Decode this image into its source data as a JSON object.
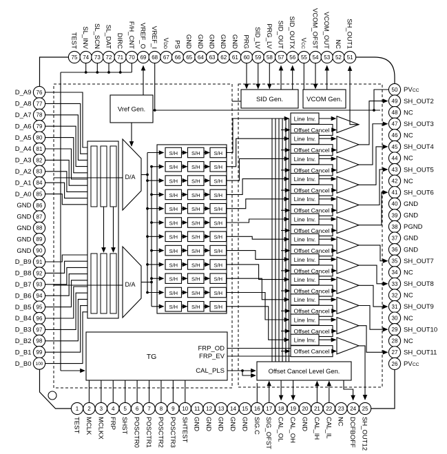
{
  "diagram": {
    "kind": "ic-block-diagram",
    "background_color": "#ffffff",
    "line_color": "#000000",
    "pin_count": 100
  },
  "blocks": {
    "vref": "Vref Gen.",
    "sid": "SID Gen.",
    "vcom": "VCOM Gen.",
    "dac_upper": "D/A",
    "dac_lower": "D/A",
    "tg": "TG",
    "sh_cell": "S/H",
    "line_inv": "Line Inv.",
    "offset_cancel": "Offset Cancel",
    "oclg": "Offset Cancel Level Gen.",
    "frp_od": "FRP_OD",
    "frp_ev": "FRP_EV",
    "cal_pls": "CAL_PLS"
  },
  "structure": {
    "sh_rows": 12,
    "sh_cols": 3,
    "channel_rows": 12
  },
  "pins": {
    "top": [
      {
        "num": 75,
        "label": "TEST"
      },
      {
        "num": 74,
        "label": "SL_INV"
      },
      {
        "num": 73,
        "label": "SL_SCN"
      },
      {
        "num": 72,
        "label": "SL_DAT"
      },
      {
        "num": 71,
        "label": "DIRC"
      },
      {
        "num": 70,
        "label": "F/H_CNT"
      },
      {
        "num": 69,
        "label": "VREF_O"
      },
      {
        "num": 68,
        "label": "VREF_I"
      },
      {
        "num": 67,
        "label": "VDD"
      },
      {
        "num": 66,
        "label": "PS"
      },
      {
        "num": 65,
        "label": "GND"
      },
      {
        "num": 64,
        "label": "GND"
      },
      {
        "num": 63,
        "label": "GND"
      },
      {
        "num": 62,
        "label": "GND"
      },
      {
        "num": 61,
        "label": "GND"
      },
      {
        "num": 60,
        "label": "PRG"
      },
      {
        "num": 59,
        "label": "SID_LV"
      },
      {
        "num": 58,
        "label": "PRG_LV"
      },
      {
        "num": 57,
        "label": "SID_OUT"
      },
      {
        "num": 56,
        "label": "SID_OUTX"
      },
      {
        "num": 55,
        "label": "VCC"
      },
      {
        "num": 54,
        "label": "VCOM_OFST"
      },
      {
        "num": 53,
        "label": "VCOM_OUT"
      },
      {
        "num": 52,
        "label": "NC"
      },
      {
        "num": 51,
        "label": "SH_OUT1"
      }
    ],
    "left": [
      {
        "num": 76,
        "label": "D_A9"
      },
      {
        "num": 77,
        "label": "D_A8"
      },
      {
        "num": 78,
        "label": "D_A7"
      },
      {
        "num": 79,
        "label": "D_A6"
      },
      {
        "num": 80,
        "label": "D_A5"
      },
      {
        "num": 81,
        "label": "D_A4"
      },
      {
        "num": 82,
        "label": "D_A3"
      },
      {
        "num": 83,
        "label": "D_A2"
      },
      {
        "num": 84,
        "label": "D_A1"
      },
      {
        "num": 85,
        "label": "D_A0"
      },
      {
        "num": 86,
        "label": "GND"
      },
      {
        "num": 87,
        "label": "GND"
      },
      {
        "num": 88,
        "label": "GND"
      },
      {
        "num": 89,
        "label": "GND"
      },
      {
        "num": 90,
        "label": "GND"
      },
      {
        "num": 91,
        "label": "D_B9"
      },
      {
        "num": 92,
        "label": "D_B8"
      },
      {
        "num": 93,
        "label": "D_B7"
      },
      {
        "num": 94,
        "label": "D_B6"
      },
      {
        "num": 95,
        "label": "D_B5"
      },
      {
        "num": 96,
        "label": "D_B4"
      },
      {
        "num": 97,
        "label": "D_B3"
      },
      {
        "num": 98,
        "label": "D_B2"
      },
      {
        "num": 99,
        "label": "D_B1"
      },
      {
        "num": 100,
        "label": "D_B0"
      }
    ],
    "right": [
      {
        "num": 50,
        "label": "PVCC"
      },
      {
        "num": 49,
        "label": "SH_OUT2"
      },
      {
        "num": 48,
        "label": "NC"
      },
      {
        "num": 47,
        "label": "SH_OUT3"
      },
      {
        "num": 46,
        "label": "NC"
      },
      {
        "num": 45,
        "label": "SH_OUT4"
      },
      {
        "num": 44,
        "label": "NC"
      },
      {
        "num": 43,
        "label": "SH_OUT5"
      },
      {
        "num": 42,
        "label": "NC"
      },
      {
        "num": 41,
        "label": "SH_OUT6"
      },
      {
        "num": 40,
        "label": "GND"
      },
      {
        "num": 39,
        "label": "GND"
      },
      {
        "num": 38,
        "label": "PGND"
      },
      {
        "num": 37,
        "label": "GND"
      },
      {
        "num": 36,
        "label": "GND"
      },
      {
        "num": 35,
        "label": "SH_OUT7"
      },
      {
        "num": 34,
        "label": "NC"
      },
      {
        "num": 33,
        "label": "SH_OUT8"
      },
      {
        "num": 32,
        "label": "NC"
      },
      {
        "num": 31,
        "label": "SH_OUT9"
      },
      {
        "num": 30,
        "label": "NC"
      },
      {
        "num": 29,
        "label": "SH_OUT10"
      },
      {
        "num": 28,
        "label": "NC"
      },
      {
        "num": 27,
        "label": "SH_OUT11"
      },
      {
        "num": 26,
        "label": "PVCC"
      }
    ],
    "bottom": [
      {
        "num": 1,
        "label": "TEST"
      },
      {
        "num": 2,
        "label": "MCLK"
      },
      {
        "num": 3,
        "label": "MCLKX"
      },
      {
        "num": 4,
        "label": "FRP"
      },
      {
        "num": 5,
        "label": "SHST"
      },
      {
        "num": 6,
        "label": "POSCTR0"
      },
      {
        "num": 7,
        "label": "POSCTR1"
      },
      {
        "num": 8,
        "label": "POSCTR2"
      },
      {
        "num": 9,
        "label": "POSCTR3"
      },
      {
        "num": 10,
        "label": "SHTEST"
      },
      {
        "num": 11,
        "label": "GND"
      },
      {
        "num": 12,
        "label": "GND"
      },
      {
        "num": 13,
        "label": "GND"
      },
      {
        "num": 14,
        "label": "GND"
      },
      {
        "num": 15,
        "label": "GND"
      },
      {
        "num": 16,
        "label": "SIG.C"
      },
      {
        "num": 17,
        "label": "SIG_OFST"
      },
      {
        "num": 18,
        "label": "CAL_OL"
      },
      {
        "num": 19,
        "label": "CAL_OH"
      },
      {
        "num": 20,
        "label": "GND"
      },
      {
        "num": 21,
        "label": "CAL_IH"
      },
      {
        "num": 22,
        "label": "CAL_IL"
      },
      {
        "num": 23,
        "label": "NC"
      },
      {
        "num": 24,
        "label": "DCFBOFF"
      },
      {
        "num": 25,
        "label": "SH_OUT12"
      }
    ]
  }
}
